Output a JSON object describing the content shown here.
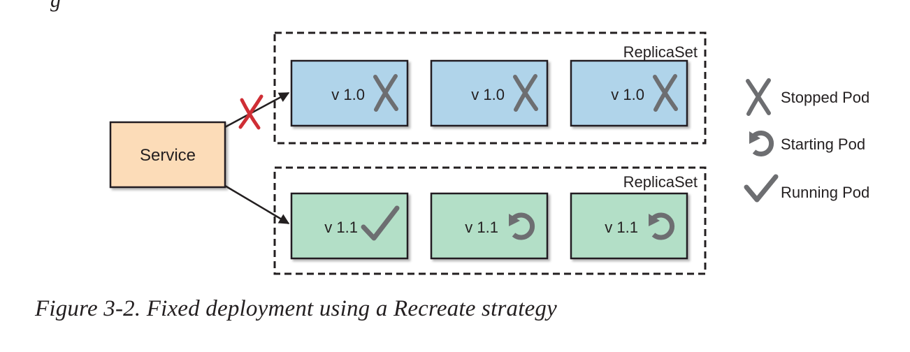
{
  "header_fragment": "g",
  "service": {
    "label": "Service"
  },
  "replicasets": [
    {
      "label": "ReplicaSet",
      "connection_state": "blocked",
      "pods": [
        {
          "version": "v 1.0",
          "status": "stopped"
        },
        {
          "version": "v 1.0",
          "status": "stopped"
        },
        {
          "version": "v 1.0",
          "status": "stopped"
        }
      ]
    },
    {
      "label": "ReplicaSet",
      "connection_state": "connected",
      "pods": [
        {
          "version": "v 1.1",
          "status": "running"
        },
        {
          "version": "v 1.1",
          "status": "starting"
        },
        {
          "version": "v 1.1",
          "status": "starting"
        }
      ]
    }
  ],
  "legend": [
    {
      "status": "stopped",
      "label": "Stopped Pod"
    },
    {
      "status": "starting",
      "label": "Starting Pod"
    },
    {
      "status": "running",
      "label": "Running Pod"
    }
  ],
  "caption": "Figure 3-2. Fixed deployment using a Recreate strategy",
  "colors": {
    "v1_fill": "#b0d4ea",
    "v2_fill": "#b3dfc7",
    "service_fill": "#fcdcb8",
    "icon_gray": "#6d6e71",
    "blocked_red": "#cf2e35",
    "header_red": "#b0262b"
  }
}
